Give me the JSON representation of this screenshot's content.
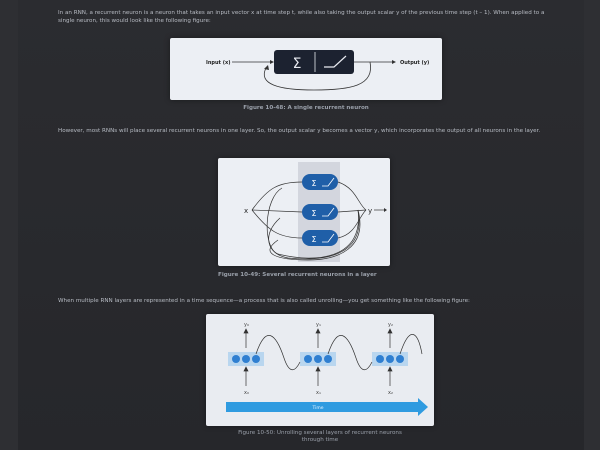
{
  "paragraphs": {
    "p1": "In an RNN, a recurrent neuron is a neuron that takes an input vector x at time step t, while also taking the output scalar y of the previous time step (t – 1). When applied to a single neuron, this would look like the following figure:",
    "p2": "However, most RNNs will place several recurrent neurons in one layer. So, the output scalar y becomes a vector y, which incorporates the output of all neurons in the layer.",
    "p3": "When multiple RNN layers are represented in a time sequence—a process that is also called unrolling—you get something like the following figure:"
  },
  "figure1": {
    "input_label": "Input (x)",
    "output_label": "Output (y)",
    "sigma": "Σ",
    "caption": "Figure 10-48: A single recurrent neuron"
  },
  "figure2": {
    "x_label": "x",
    "y_label": "y",
    "sigma": "Σ",
    "caption": "Figure 10-49: Several recurrent neurons in a layer"
  },
  "figure3": {
    "y_labels": [
      "y₀",
      "y₁",
      "y₂"
    ],
    "x_labels": [
      "x₀",
      "x₁",
      "x₂"
    ],
    "time_label": "Time",
    "caption_line1": "Figure 10-50: Unrolling several layers of recurrent neurons",
    "caption_line2": "through time"
  },
  "colors": {
    "neuron_blue": "#1f5fa8",
    "arrow_blue": "#2f9be0",
    "panel": "#eceff4",
    "text": "#b8bcc4"
  }
}
